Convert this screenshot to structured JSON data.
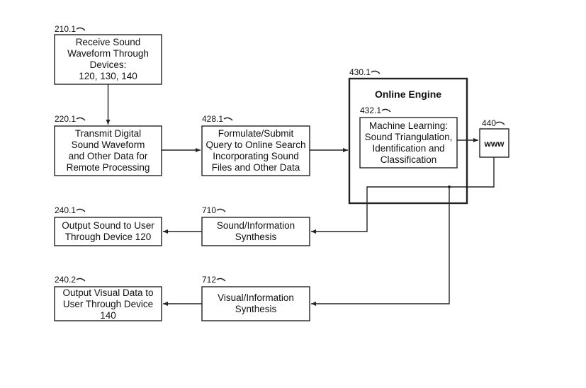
{
  "boxes": {
    "receive": {
      "ref": "210.1",
      "lines": [
        "Receive Sound",
        "Waveform Through",
        "Devices:",
        "120, 130, 140"
      ]
    },
    "transmit": {
      "ref": "220.1",
      "lines": [
        "Transmit Digital",
        "Sound Waveform",
        "and Other Data for",
        "Remote Processing"
      ]
    },
    "formulate": {
      "ref": "428.1",
      "lines": [
        "Formulate/Submit",
        "Query to Online Search",
        "Incorporating Sound",
        "Files and Other Data"
      ]
    },
    "engine": {
      "ref": "430.1",
      "title": "Online Engine"
    },
    "ml": {
      "ref": "432.1",
      "lines": [
        "Machine Learning:",
        "Sound Triangulation,",
        "Identification and",
        "Classification"
      ]
    },
    "www": {
      "ref": "440",
      "label": "www"
    },
    "sound_synth": {
      "ref": "710",
      "lines": [
        "Sound/Information",
        "Synthesis"
      ]
    },
    "visual_synth": {
      "ref": "712",
      "lines": [
        "Visual/Information",
        "Synthesis"
      ]
    },
    "output_sound": {
      "ref": "240.1",
      "lines": [
        "Output Sound to User",
        "Through Device 120"
      ]
    },
    "output_visual": {
      "ref": "240.2",
      "lines": [
        "Output Visual Data to",
        "User Through Device",
        "140"
      ]
    }
  }
}
